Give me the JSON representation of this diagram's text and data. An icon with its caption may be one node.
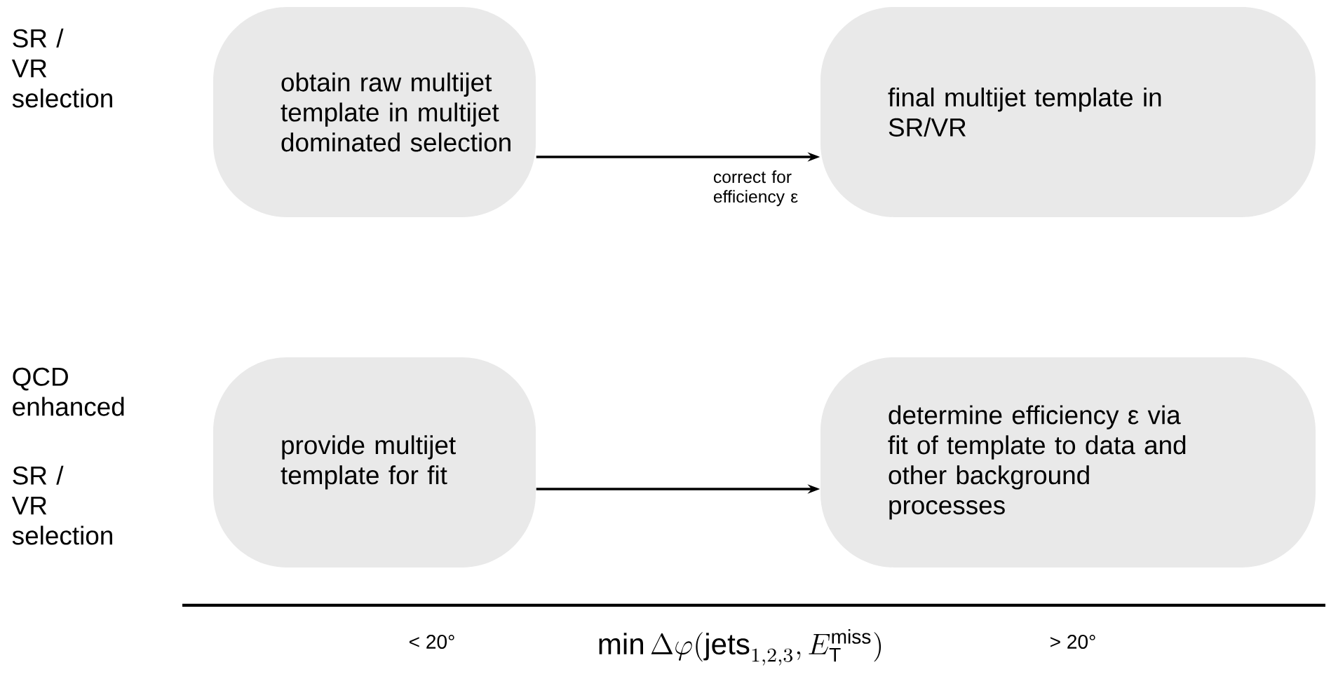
{
  "diagram": {
    "nodes": [
      {
        "text": [
          "obtain raw multijet template in multijet dominated selection"
        ]
      },
      {
        "text": [
          "final multijet template in SR/VR"
        ]
      },
      {
        "text": [
          "provide multijet template for fit"
        ]
      },
      {
        "text": [
          "determine efficiency ε via fit of template to data and other background processes"
        ]
      }
    ],
    "edges": [
      {
        "from": 0,
        "to": 1,
        "arrow": "to",
        "label": "correct for efficiency ε"
      },
      {
        "from": 2,
        "to": 3,
        "arrow": "to"
      }
    ],
    "labels": [
      "SR / VR selection",
      "QCD enhanced",
      "SR / VR selection",
      "< 20°",
      "\\min\\Delta\\varphi(\\mathrm{jets}_{1,2,3},E_{\\mathrm{T}}^{\\mathrm{miss}})",
      "> 20°"
    ]
  }
}
